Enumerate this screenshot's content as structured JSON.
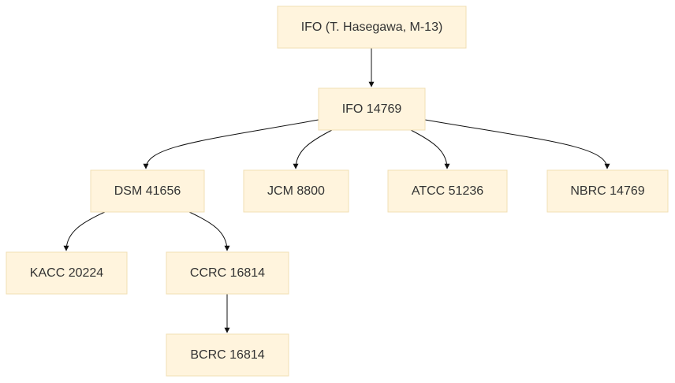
{
  "diagram": {
    "node_fill": "#fff4dd",
    "node_stroke": "#f1dfb4",
    "edge_color": "#111111",
    "text_color": "#333333",
    "nodes": [
      {
        "id": "n0",
        "name": "node-ifo-hasegawa",
        "label": "IFO (T. Hasegawa, M-13)"
      },
      {
        "id": "n1",
        "name": "node-ifo-14769",
        "label": "IFO 14769"
      },
      {
        "id": "n2",
        "name": "node-dsm-41656",
        "label": "DSM 41656"
      },
      {
        "id": "n3",
        "name": "node-jcm-8800",
        "label": "JCM 8800"
      },
      {
        "id": "n4",
        "name": "node-atcc-51236",
        "label": "ATCC 51236"
      },
      {
        "id": "n5",
        "name": "node-nbrc-14769",
        "label": "NBRC 14769"
      },
      {
        "id": "n6",
        "name": "node-kacc-20224",
        "label": "KACC 20224"
      },
      {
        "id": "n7",
        "name": "node-ccrc-16814",
        "label": "CCRC 16814"
      },
      {
        "id": "n8",
        "name": "node-bcrc-16814",
        "label": "BCRC 16814"
      }
    ],
    "edges": [
      {
        "from": "n0",
        "to": "n1"
      },
      {
        "from": "n1",
        "to": "n2"
      },
      {
        "from": "n1",
        "to": "n3"
      },
      {
        "from": "n1",
        "to": "n4"
      },
      {
        "from": "n1",
        "to": "n5"
      },
      {
        "from": "n2",
        "to": "n6"
      },
      {
        "from": "n2",
        "to": "n7"
      },
      {
        "from": "n7",
        "to": "n8"
      }
    ]
  }
}
